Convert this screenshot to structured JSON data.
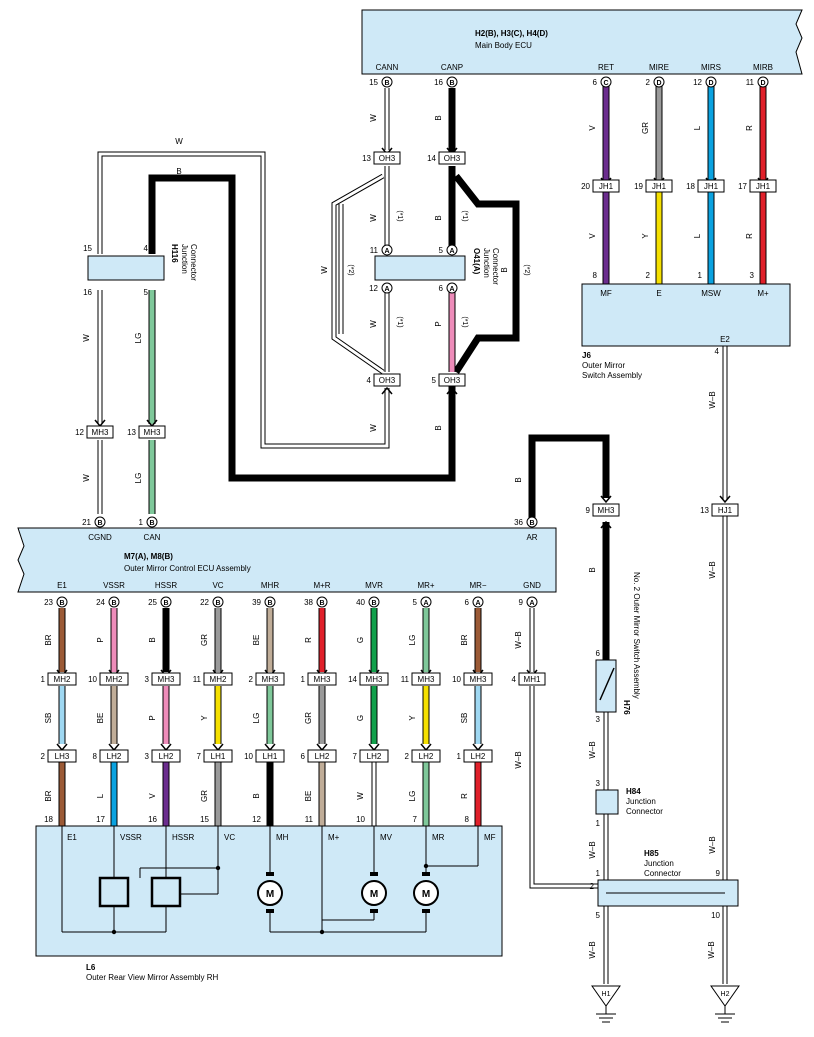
{
  "ecu_main": {
    "line1": "H2(B), H3(C), H4(D)",
    "line2": "Main Body ECU",
    "pins": [
      {
        "label": "CANN",
        "num": "15",
        "tag": "B"
      },
      {
        "label": "CANP",
        "num": "16",
        "tag": "B"
      },
      {
        "label": "RET",
        "num": "6",
        "tag": "C"
      },
      {
        "label": "MIRE",
        "num": "2",
        "tag": "D"
      },
      {
        "label": "MIRS",
        "num": "12",
        "tag": "D"
      },
      {
        "label": "MIRB",
        "num": "11",
        "tag": "D"
      }
    ]
  },
  "switch_j6": {
    "line1": "J6",
    "line2": "Outer Mirror",
    "line3": "Switch Assembly",
    "pins": [
      "MF",
      "E",
      "MSW",
      "M+"
    ],
    "pin_nums": [
      "8",
      "2",
      "1",
      "3"
    ],
    "e2": "E2",
    "e2_num": "4"
  },
  "jh1": {
    "name": "JH1",
    "top_nums": [
      "20",
      "19",
      "18",
      "17"
    ],
    "wire_top": [
      "V",
      "GR",
      "L",
      "R"
    ],
    "wire_bot": [
      "V",
      "Y",
      "L",
      "R"
    ]
  },
  "h116": {
    "code": "H116",
    "desc1": "Junction",
    "desc2": "Connector",
    "pins": [
      "15",
      "16",
      "4",
      "5"
    ],
    "wire_lg": "LG",
    "wire_b": "B"
  },
  "o41": {
    "code": "O41(A)",
    "desc1": "Junction",
    "desc2": "Connector",
    "pins": [
      "11",
      "12",
      "5",
      "6"
    ],
    "tag": "A"
  },
  "oh3": {
    "name": "OH3",
    "top": [
      "13",
      "14"
    ],
    "bot": [
      "4",
      "5"
    ]
  },
  "mh3_mid": {
    "name": "MH3",
    "nums": [
      "12",
      "13"
    ]
  },
  "mh3_right": {
    "name": "MH3",
    "num": "9"
  },
  "hj1": {
    "name": "HJ1",
    "num": "13"
  },
  "ecu_mirror": {
    "line1": "M7(A), M8(B)",
    "line2": "Outer Mirror Control ECU Assembly",
    "top_pins": [
      {
        "label": "CGND",
        "num": "21",
        "tag": "B"
      },
      {
        "label": "CAN",
        "num": "1",
        "tag": "B"
      },
      {
        "label": "AR",
        "num": "36",
        "tag": "B"
      }
    ],
    "bot_pins": [
      {
        "label": "E1",
        "num": "23",
        "tag": "B"
      },
      {
        "label": "VSSR",
        "num": "24",
        "tag": "B"
      },
      {
        "label": "HSSR",
        "num": "25",
        "tag": "B"
      },
      {
        "label": "VC",
        "num": "22",
        "tag": "B"
      },
      {
        "label": "MHR",
        "num": "39",
        "tag": "B"
      },
      {
        "label": "M+R",
        "num": "38",
        "tag": "B"
      },
      {
        "label": "MVR",
        "num": "40",
        "tag": "B"
      },
      {
        "label": "MR+",
        "num": "5",
        "tag": "A"
      },
      {
        "label": "MR−",
        "num": "6",
        "tag": "A"
      },
      {
        "label": "GND",
        "num": "9",
        "tag": "A"
      }
    ]
  },
  "bottom_cols": [
    {
      "w1": "BR",
      "c1": "MH2",
      "n1": "1",
      "w2": "SB",
      "c2": "LH3",
      "n2": "2",
      "w3": "BR",
      "pin": "18",
      "label": "E1"
    },
    {
      "w1": "P",
      "c1": "MH2",
      "n1": "10",
      "w2": "BE",
      "c2": "LH2",
      "n2": "8",
      "w3": "L",
      "pin": "17",
      "label": "VSSR"
    },
    {
      "w1": "B",
      "c1": "MH3",
      "n1": "3",
      "w2": "P",
      "c2": "LH2",
      "n2": "3",
      "w3": "V",
      "pin": "16",
      "label": "HSSR"
    },
    {
      "w1": "GR",
      "c1": "MH2",
      "n1": "11",
      "w2": "Y",
      "c2": "LH1",
      "n2": "7",
      "w3": "GR",
      "pin": "15",
      "label": "VC"
    },
    {
      "w1": "BE",
      "c1": "MH3",
      "n1": "2",
      "w2": "LG",
      "c2": "LH1",
      "n2": "10",
      "w3": "B",
      "pin": "12",
      "label": "MH"
    },
    {
      "w1": "R",
      "c1": "MH3",
      "n1": "1",
      "w2": "GR",
      "c2": "LH2",
      "n2": "6",
      "w3": "BE",
      "pin": "11",
      "label": "M+"
    },
    {
      "w1": "G",
      "c1": "MH3",
      "n1": "14",
      "w2": "G",
      "c2": "LH2",
      "n2": "7",
      "w3": "W",
      "pin": "10",
      "label": "MV"
    },
    {
      "w1": "LG",
      "c1": "MH3",
      "n1": "11",
      "w2": "Y",
      "c2": "LH2",
      "n2": "2",
      "w3": "LG",
      "pin": "7",
      "label": "MR"
    },
    {
      "w1": "BR",
      "c1": "MH3",
      "n1": "10",
      "w2": "SB",
      "c2": "LH2",
      "n2": "1",
      "w3": "R",
      "pin": "8",
      "label": "MF"
    }
  ],
  "mh1": {
    "name": "MH1",
    "num": "4"
  },
  "h76": {
    "code": "H76",
    "desc": "No. 2 Outer Mirror Switch Assembly",
    "pins": [
      "6",
      "3"
    ]
  },
  "h84": {
    "code": "H84",
    "desc1": "Junction",
    "desc2": "Connector",
    "pins": [
      "3",
      "1"
    ]
  },
  "h85": {
    "code": "H85",
    "desc1": "Junction",
    "desc2": "Connector",
    "pins": [
      "1",
      "9",
      "2",
      "5",
      "10"
    ]
  },
  "mirror_l6": {
    "code": "L6",
    "desc": "Outer Rear View Mirror Assembly RH",
    "motor": "M"
  },
  "grounds": [
    "H1",
    "H2"
  ],
  "wire_labels": {
    "w": "W",
    "b": "B",
    "wb": "W–B",
    "p": "P",
    "lg": "LG",
    "s1": "(*1)",
    "s2": "(*2)"
  },
  "colors": {
    "ecu_fill": "#cfe9f7",
    "line": "#000000",
    "violet": "#6b2d8e",
    "gray": "#9a9a9a",
    "blue": "#0aa2e0",
    "red": "#e0202a",
    "yellow": "#f5e000",
    "green": "#7fc89a",
    "pink": "#ee8cba",
    "brown": "#9b5a36",
    "beige": "#c0ad98",
    "lightblue": "#9fd8f2",
    "darkgreen": "#12a04b"
  }
}
